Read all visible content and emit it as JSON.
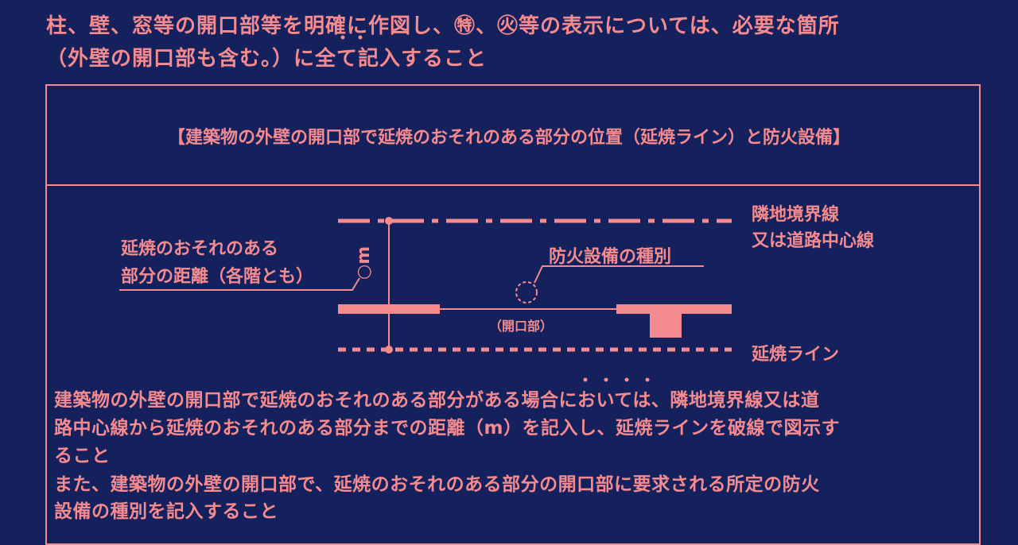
{
  "instructions": {
    "line1": "柱、壁、窓等の開口部等を明確に作図し、㊕、㊋等の表示については、必要な箇所",
    "line2": "（外壁の開口部も含む。）に全て記入すること"
  },
  "section_title": "【建築物の外壁の開口部で延焼のおそれのある部分の位置（延焼ライン）と防火設備】",
  "diagram": {
    "boundary_label_1": "隣地境界線",
    "boundary_label_2": "又は道路中心線",
    "distance_label_1": "延焼のおそれのある",
    "distance_label_2": "部分の距離（各階とも）",
    "distance_value": "○m",
    "equipment_label": "防火設備の種別",
    "opening_label": "（開口部）",
    "fire_line_label": "延焼ライン"
  },
  "notes": {
    "line1": "建築物の外壁の開口部で延焼のおそれのある部分がある場合においては、隣地境界線又は道",
    "line2": "路中心線から延焼のおそれのある部分までの距離（m）を記入し、延焼ラインを破線で図示す",
    "line3": "ること",
    "line4": "また、建築物の外壁の開口部で、延焼のおそれのある部分の開口部に要求される所定の防火",
    "line5": "設備の種別を記入すること"
  },
  "colors": {
    "background": "#14215c",
    "ink": "#f58a8f"
  }
}
